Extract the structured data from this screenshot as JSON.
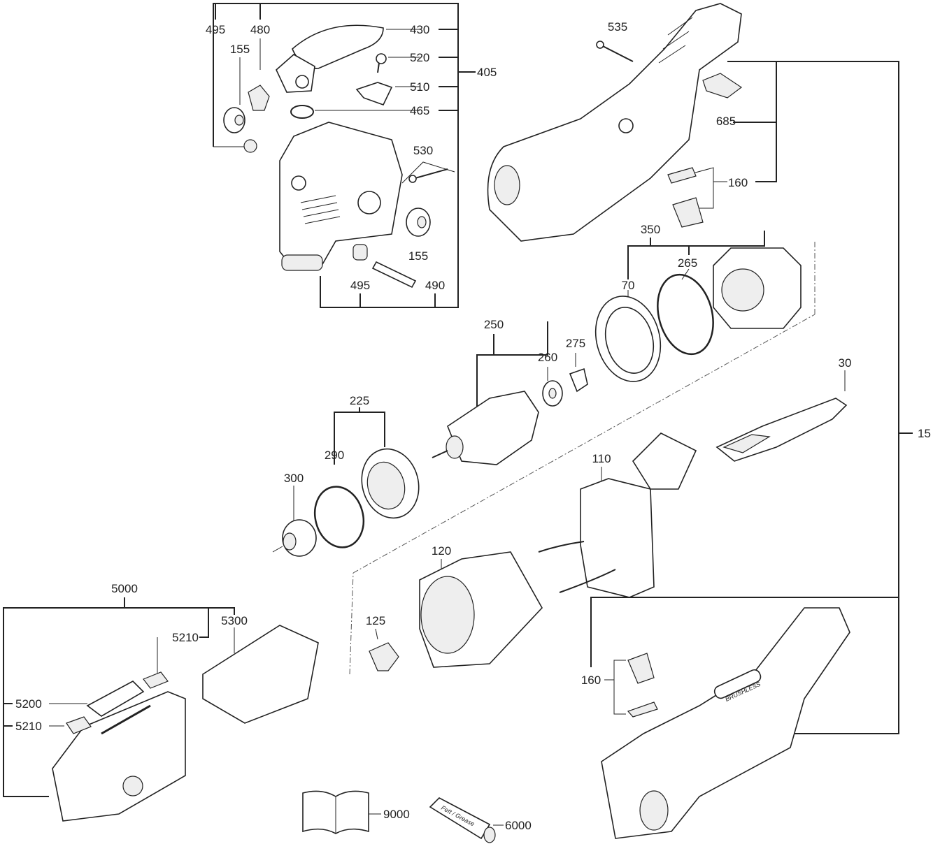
{
  "title": "Exploded parts diagram",
  "labels": {
    "p495a": "495",
    "p480": "480",
    "p430": "430",
    "p520": "520",
    "p510": "510",
    "p405": "405",
    "p465": "465",
    "p155a": "155",
    "p530": "530",
    "p155b": "155",
    "p495b": "495",
    "p490": "490",
    "p535": "535",
    "p685": "685",
    "p160a": "160",
    "p350": "350",
    "p265": "265",
    "p70": "70",
    "p250": "250",
    "p275": "275",
    "p260": "260",
    "p30": "30",
    "p15": "15",
    "p225": "225",
    "p290": "290",
    "p300": "300",
    "p110": "110",
    "p120": "120",
    "p125": "125",
    "p5000": "5000",
    "p5300": "5300",
    "p5210a": "5210",
    "p160b": "160",
    "p5200": "5200",
    "p5210b": "5210",
    "p9000": "9000",
    "p6000": "6000"
  },
  "grease_text": "Fett / Grease",
  "brushless_text": "BRUSHLESS"
}
